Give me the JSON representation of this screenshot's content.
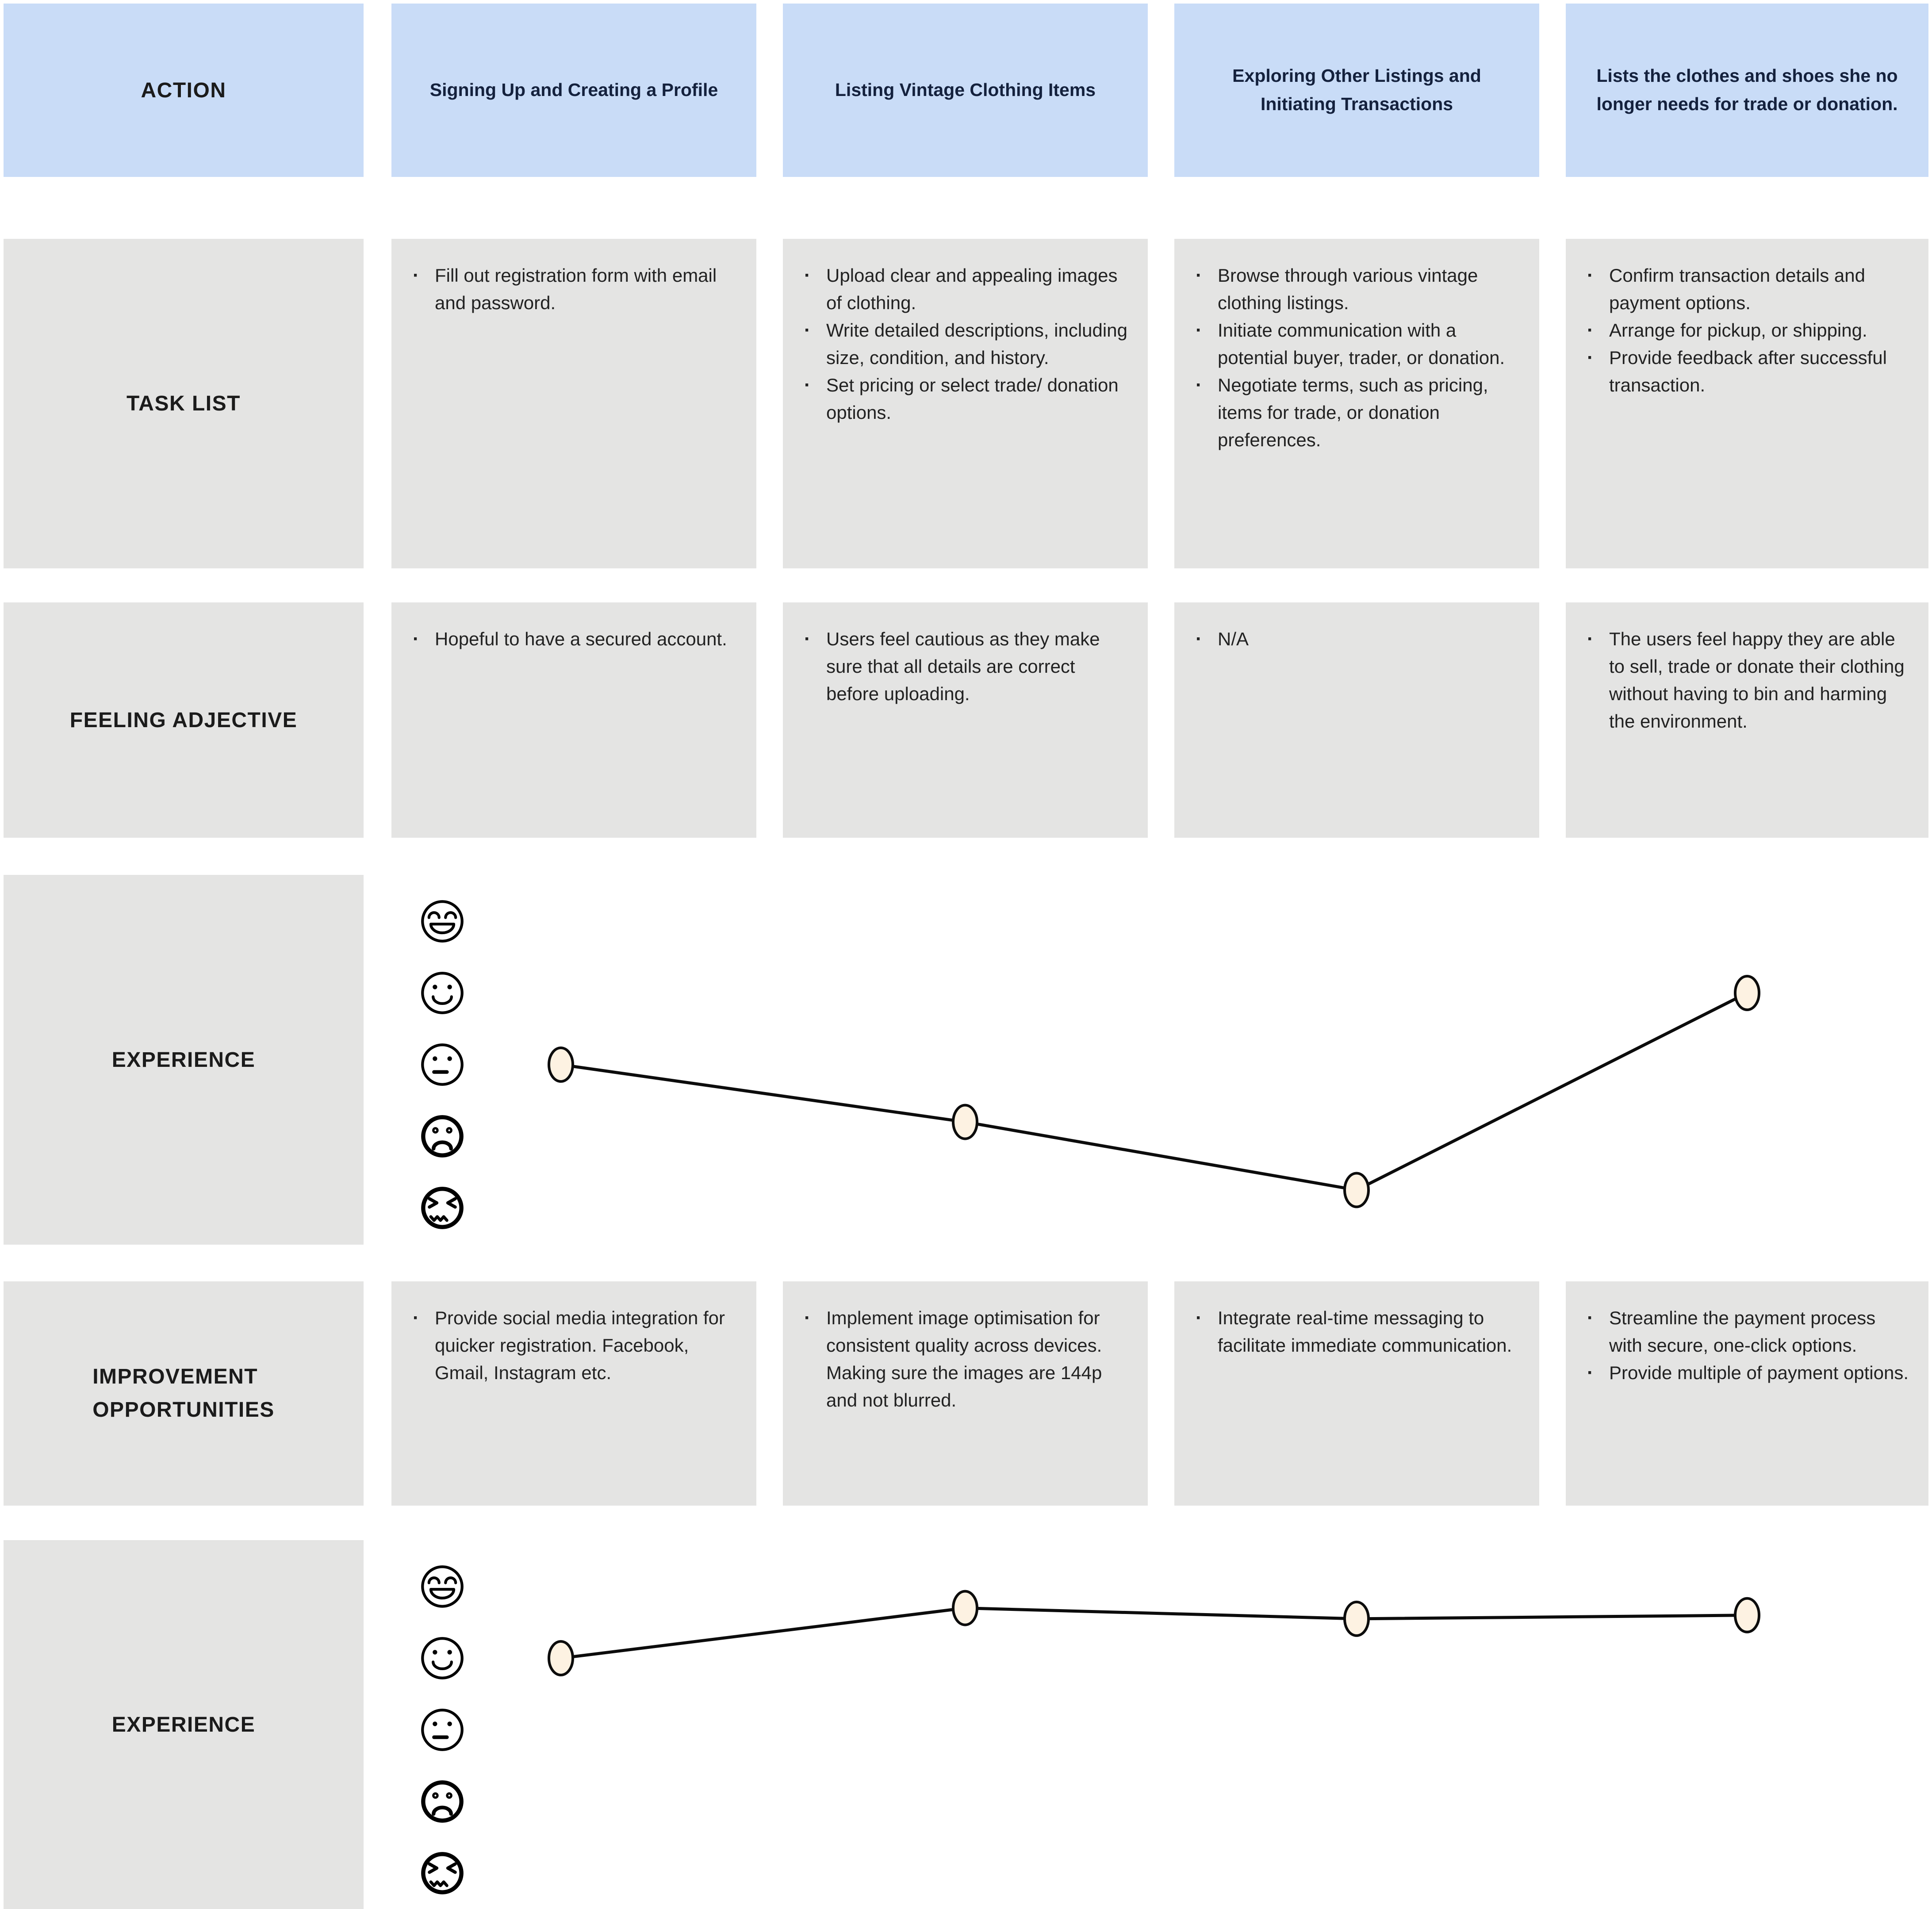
{
  "colors": {
    "header_blue": "#c9dcf7",
    "cell_gray": "#e4e4e3",
    "marker_fill": "#fdf2e2",
    "line_black": "#0c0c0c",
    "text": "#1e1e1e"
  },
  "header": {
    "row_label": "ACTION",
    "columns": [
      "Signing Up and Creating a Profile",
      "Listing Vintage Clothing Items",
      "Exploring Other Listings and Initiating Transactions",
      "Lists the clothes and shoes she no longer needs for trade or donation."
    ]
  },
  "task_list": {
    "row_label": "TASK LIST",
    "columns": [
      {
        "items": [
          "Fill out registration form with email and password."
        ]
      },
      {
        "items": [
          "Upload clear and appealing images of clothing.",
          "Write detailed descriptions, including size, condition, and history.",
          "Set pricing or select trade/ donation options."
        ]
      },
      {
        "items": [
          "Browse through various vintage clothing listings.",
          "Initiate communication with a potential buyer, trader, or donation.",
          "Negotiate terms, such as pricing, items for trade, or donation preferences."
        ]
      },
      {
        "items": [
          "Confirm transaction details and payment options.",
          "Arrange for pickup, or shipping.",
          "Provide feedback after successful transaction."
        ]
      }
    ]
  },
  "feeling": {
    "row_label": "FEELING ADJECTIVE",
    "columns": [
      {
        "items": [
          "Hopeful to have a secured account."
        ]
      },
      {
        "items": [
          "Users feel cautious as they make sure that all details are correct before uploading."
        ]
      },
      {
        "items": [
          "N/A"
        ]
      },
      {
        "items": [
          "The users feel happy they are able to sell, trade or donate their clothing without having to bin and harming the environment."
        ]
      }
    ]
  },
  "experience1": {
    "row_label": "EXPERIENCE"
  },
  "improvement": {
    "row_label": "IMPROVEMENT OPPORTUNITIES",
    "columns": [
      {
        "items": [
          "Provide social media integration for quicker registration. Facebook, Gmail, Instagram etc."
        ]
      },
      {
        "items": [
          "Implement image optimisation for consistent quality across devices. Making sure the images are 144p and not blurred."
        ]
      },
      {
        "items": [
          "Integrate real-time messaging to facilitate immediate communication."
        ]
      },
      {
        "items": [
          "Streamline the payment process with secure, one-click options.",
          "Provide multiple of payment options."
        ]
      }
    ]
  },
  "experience2": {
    "row_label": "EXPERIENCE"
  },
  "emoji_scale": [
    "beaming-face (5)",
    "smiling-face (4)",
    "neutral-face (3)",
    "frowning-face (2)",
    "confounded-face (1)"
  ],
  "chart_data": [
    {
      "type": "line",
      "title": "EXPERIENCE — current journey",
      "x_categories": [
        "Signing Up and Creating a Profile",
        "Listing Vintage Clothing Items",
        "Exploring Other Listings and Initiating Transactions",
        "Lists the clothes and shoes she no longer needs for trade or donation."
      ],
      "y_scale_labels": [
        "confounded-face = 1",
        "frowning-face = 2",
        "neutral-face = 3",
        "smiling-face = 4",
        "beaming-face = 5"
      ],
      "values": [
        3,
        2.2,
        1.25,
        4
      ],
      "ylim": [
        1,
        5
      ],
      "grid": false,
      "marker": "ellipse"
    },
    {
      "type": "line",
      "title": "EXPERIENCE — after improvement opportunities",
      "x_categories": [
        "Signing Up and Creating a Profile",
        "Listing Vintage Clothing Items",
        "Exploring Other Listings and Initiating Transactions",
        "Lists the clothes and shoes she no longer needs for trade or donation."
      ],
      "y_scale_labels": [
        "confounded-face = 1",
        "frowning-face = 2",
        "neutral-face = 3",
        "smiling-face = 4",
        "beaming-face = 5"
      ],
      "values": [
        4,
        4.7,
        4.55,
        4.6
      ],
      "ylim": [
        1,
        5
      ],
      "grid": false,
      "marker": "ellipse"
    }
  ]
}
